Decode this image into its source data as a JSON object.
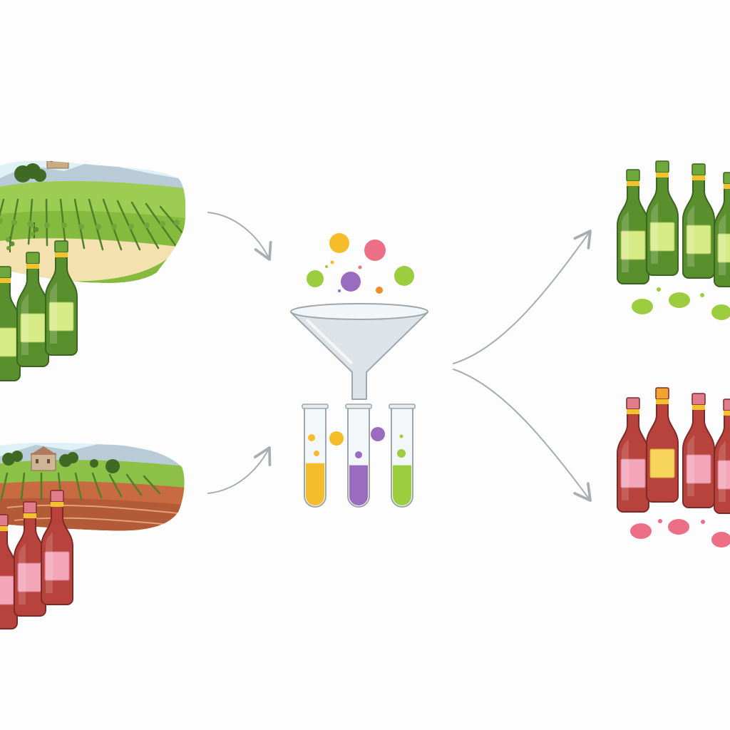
{
  "colors": {
    "background": "#fdfdfd",
    "arrow": "#a9adb1",
    "white_wine_glass": "#5a8f2e",
    "white_wine_label": "#d6ea86",
    "rose_wine_glass": "#b8433c",
    "rose_wine_label": "#f2a6b8",
    "foil_gold": "#f2c12e",
    "vine_green": "#6fa53b",
    "red_soil": "#c86b43",
    "sand": "#f3e2b0",
    "funnel": "#dde3e7",
    "particle_yellow": "#f6bd2a",
    "particle_pink": "#ec6f86",
    "particle_green": "#9bcd3e",
    "particle_purple": "#9a6cc0",
    "particle_orange": "#f08a2a"
  },
  "icons": [
    "vineyard-green-icon",
    "vineyard-red-soil-icon",
    "white-wine-bottle-icon",
    "rose-wine-bottle-icon",
    "funnel-icon",
    "test-tube-icon",
    "flow-arrow-icon"
  ],
  "test_tubes": [
    {
      "color": "#f6bd2a",
      "fill_level": 0.42
    },
    {
      "color": "#9a6cc0",
      "fill_level": 0.4
    },
    {
      "color": "#9bcd3e",
      "fill_level": 0.4
    }
  ],
  "output_groups": [
    {
      "name": "white",
      "bottle_count": 4
    },
    {
      "name": "rose",
      "bottle_count": 4
    }
  ]
}
